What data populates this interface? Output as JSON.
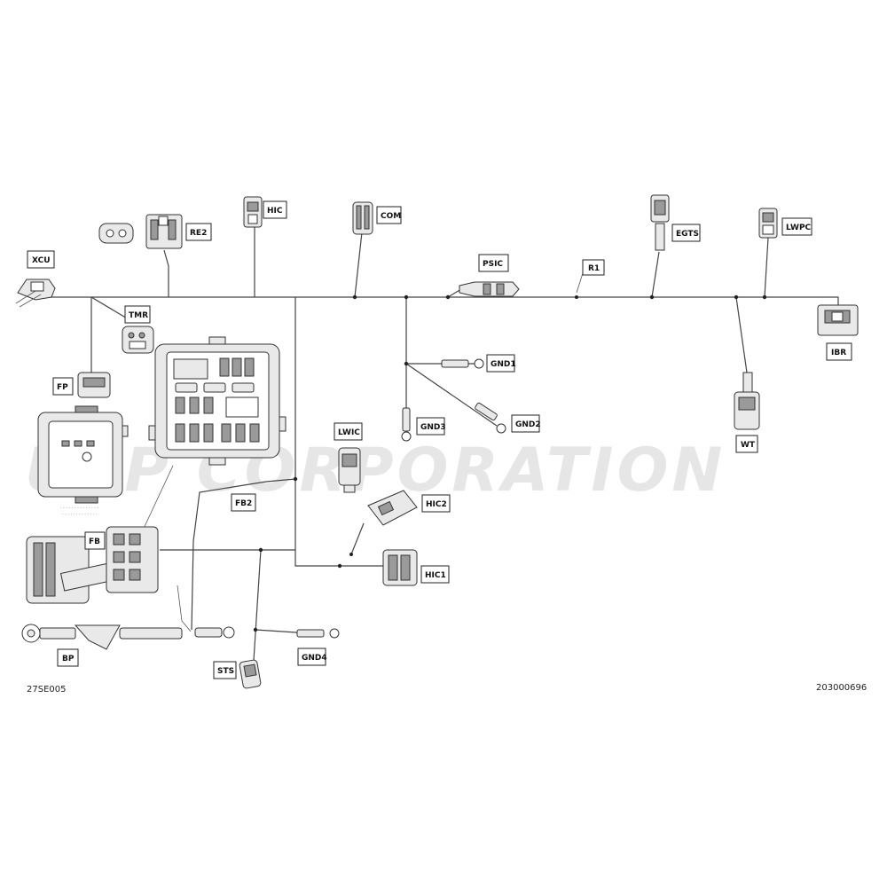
{
  "watermark": "USP CORPORATION",
  "ref_left": "27SE005",
  "ref_right": "203000696",
  "labels": {
    "xcu": "XCU",
    "re2": "RE2",
    "hic": "HIC",
    "com": "COM",
    "psic": "PSIC",
    "r1": "R1",
    "egts": "EGTS",
    "lwpc": "LWPC",
    "ibr": "IBR",
    "tmr": "TMR",
    "fp": "FP",
    "gnd1": "GND1",
    "gnd2": "GND2",
    "gnd3": "GND3",
    "lwic": "LWIC",
    "wt": "WT",
    "fb2": "FB2",
    "hic2": "HIC2",
    "fb": "FB",
    "hic1": "HIC1",
    "bp": "BP",
    "gnd4": "GND4",
    "sts": "STS"
  },
  "icons": {
    "connector": "connector-icon",
    "ring_terminal": "ring-terminal-icon",
    "fuse_box": "fuse-box-icon"
  },
  "colors": {
    "line": "#444444",
    "part_fill": "#e9e9e9",
    "part_shade": "#9a9a9a",
    "watermark": "#e6e6e6"
  }
}
